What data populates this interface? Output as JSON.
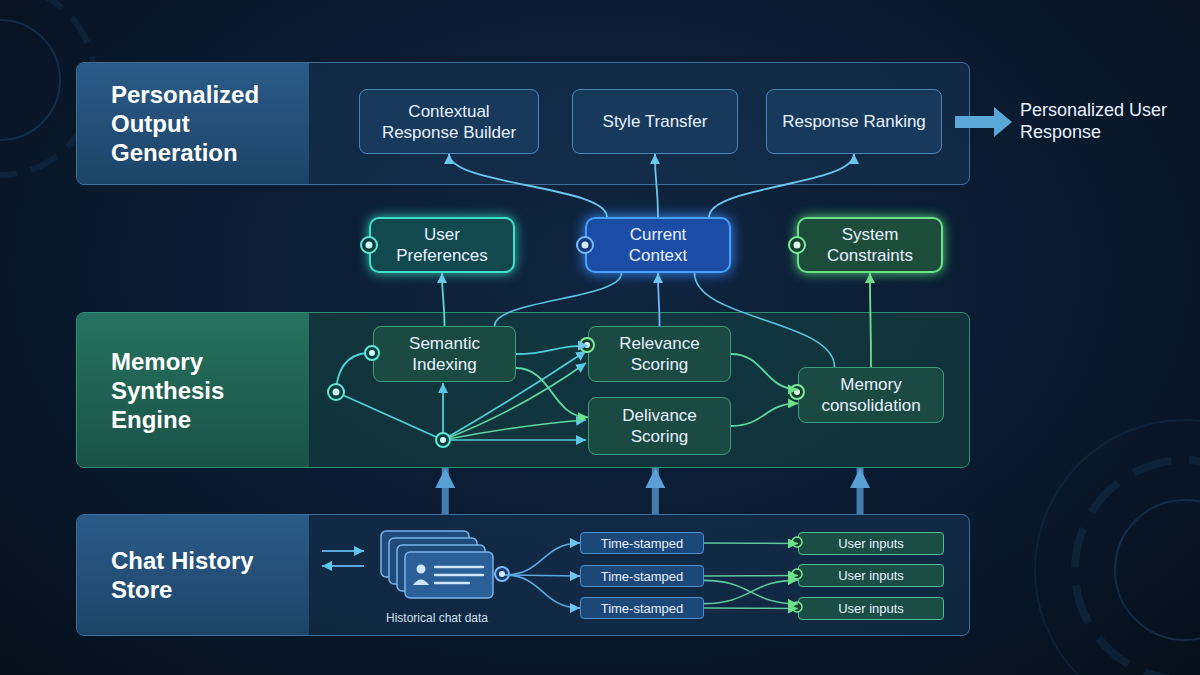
{
  "diagram": {
    "nodes": [
      {
        "text": [
          "Personalized Output Generation"
        ]
      },
      {
        "text": [
          "Contextual Response Builder"
        ],
        "in": 0
      },
      {
        "text": [
          "Style Transfer"
        ],
        "in": 0
      },
      {
        "text": [
          "Response Ranking"
        ],
        "in": 0
      },
      {
        "text": [
          "User Preferences"
        ]
      },
      {
        "text": [
          "Current Context"
        ]
      },
      {
        "text": [
          "System Constraints"
        ]
      },
      {
        "text": [
          "Memory Synthesis Engine"
        ]
      },
      {
        "text": [
          "Semantic Indexing"
        ],
        "in": 7
      },
      {
        "text": [
          "Relevance Scoring"
        ],
        "in": 7
      },
      {
        "text": [
          "Delivance Scoring"
        ],
        "in": 7
      },
      {
        "text": [
          "Memory consolidation"
        ],
        "in": 7
      },
      {
        "text": [
          "Chat History Store"
        ]
      },
      {
        "text": [
          "Historical chat data"
        ],
        "in": 12
      },
      {
        "text": [
          "Time-stamped"
        ],
        "in": 12
      },
      {
        "text": [
          "Time-stamped"
        ],
        "in": 12
      },
      {
        "text": [
          "Time-stamped"
        ],
        "in": 12
      },
      {
        "text": [
          "User inputs"
        ],
        "in": 12
      },
      {
        "text": [
          "User inputs"
        ],
        "in": 12
      },
      {
        "text": [
          "User inputs"
        ],
        "in": 12
      }
    ],
    "edges": [
      {
        "from": 5,
        "to": 1,
        "arrow": "to"
      },
      {
        "from": 5,
        "to": 2,
        "arrow": "to"
      },
      {
        "from": 5,
        "to": 3,
        "arrow": "to"
      },
      {
        "from": 8,
        "to": 4,
        "arrow": "to"
      },
      {
        "from": 9,
        "to": 5,
        "arrow": "to"
      },
      {
        "from": 11,
        "to": 6,
        "arrow": "to"
      },
      {
        "from": 8,
        "to": 5,
        "arrow": "none"
      },
      {
        "from": 11,
        "to": 5,
        "arrow": "none"
      },
      {
        "from": 8,
        "to": 9,
        "arrow": "to"
      },
      {
        "from": 8,
        "to": 10,
        "arrow": "to"
      },
      {
        "from": 9,
        "to": 11,
        "arrow": "to"
      },
      {
        "from": 10,
        "to": 11,
        "arrow": "to"
      },
      {
        "from": 12,
        "to": 7,
        "arrow": "to"
      },
      {
        "from": 12,
        "to": 7,
        "arrow": "to"
      },
      {
        "from": 12,
        "to": 7,
        "arrow": "to"
      },
      {
        "from": 13,
        "to": 14,
        "arrow": "to"
      },
      {
        "from": 13,
        "to": 15,
        "arrow": "to"
      },
      {
        "from": 13,
        "to": 16,
        "arrow": "to"
      },
      {
        "from": 14,
        "to": 17,
        "arrow": "to"
      },
      {
        "from": 15,
        "to": 18,
        "arrow": "to"
      },
      {
        "from": 15,
        "to": 19,
        "arrow": "to"
      },
      {
        "from": 16,
        "to": 19,
        "arrow": "to"
      },
      {
        "from": 16,
        "to": 18,
        "arrow": "to"
      }
    ],
    "labels": [
      "Personalized User Response"
    ]
  }
}
